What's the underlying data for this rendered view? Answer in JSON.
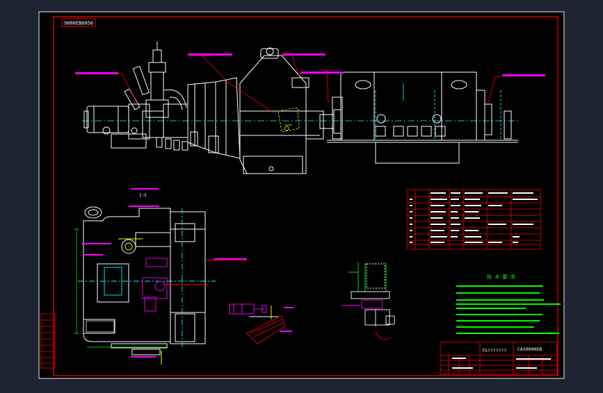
{
  "canvas": {
    "background": "#1e2433",
    "sheet_color": "#000000",
    "frame_color": "#ff0000",
    "line_colors": {
      "white": "#ffffff",
      "cyan": "#00ffff",
      "yellow": "#ffff00",
      "magenta": "#ff00ff",
      "green": "#00ff00",
      "red": "#ff0000"
    }
  },
  "drawing": {
    "corner_code": "9000EB6050",
    "title_block_number": "CAS9000EB",
    "title_block_label": "TS???????",
    "section_label": "1:5",
    "parts_list_title": "??????????",
    "notes_title": "技 术 要 求",
    "parts_list_rows": 8,
    "notes_lines": 8
  }
}
